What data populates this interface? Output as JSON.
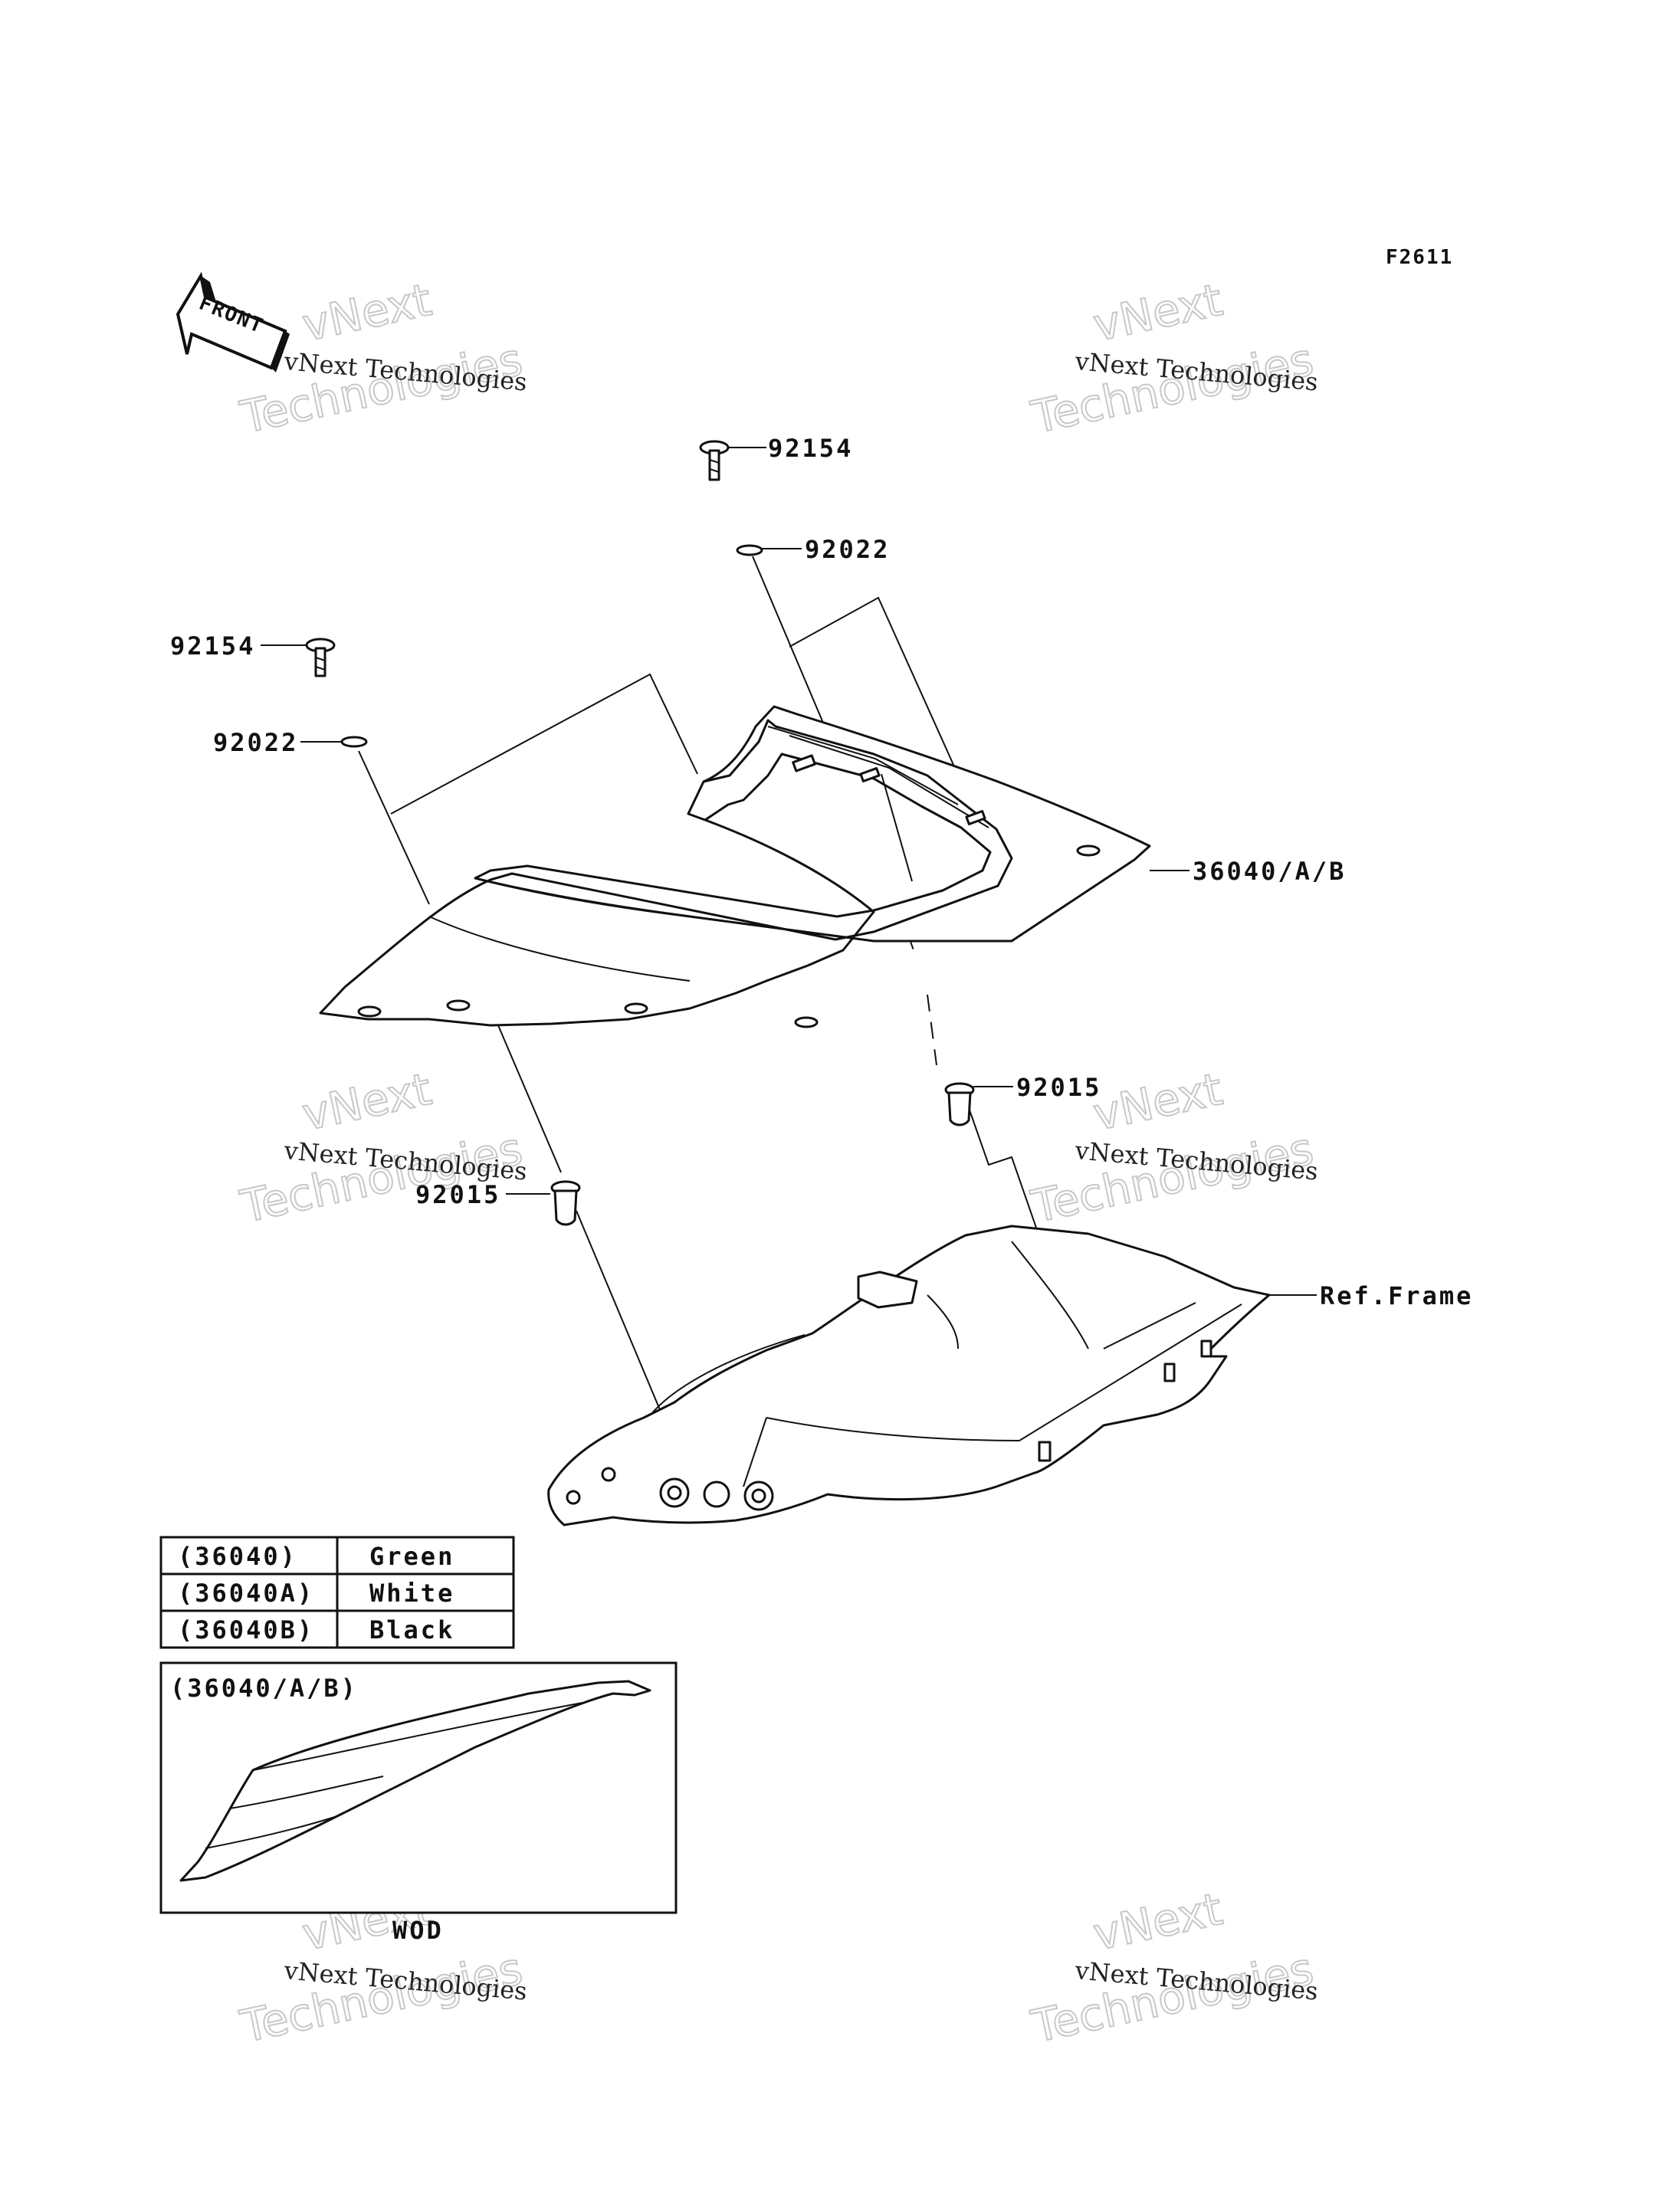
{
  "figure_code": "F2611",
  "front_marker": "FRONT",
  "watermark": {
    "company": "vNext Technologies",
    "brand_line1": "vNext",
    "brand_line2": "Technologies"
  },
  "callouts": {
    "bolt_right": "92154",
    "washer_right": "92022",
    "bolt_left": "92154",
    "washer_left": "92022",
    "cover": "36040/A/B",
    "collar_right": "92015",
    "collar_left": "92015",
    "frame": "Ref.Frame"
  },
  "color_table": {
    "rows": [
      {
        "part": "(36040)",
        "color": "Green"
      },
      {
        "part": "(36040A)",
        "color": "White"
      },
      {
        "part": "(36040B)",
        "color": "Black"
      }
    ]
  },
  "inset": {
    "title": "(36040/A/B)",
    "caption": "WOD"
  }
}
